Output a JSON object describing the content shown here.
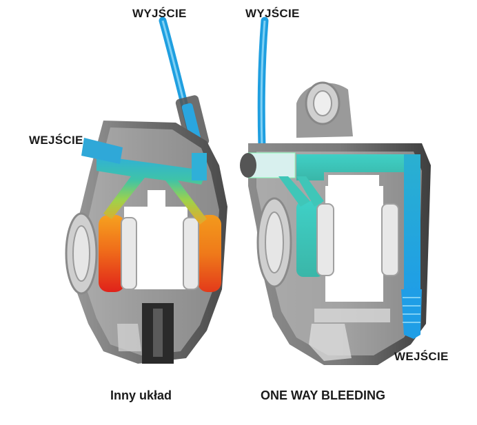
{
  "labels": {
    "left_output": "WYJŚCIE",
    "right_output": "WYJŚCIE",
    "left_input": "WEJŚCIE",
    "right_input": "WEJŚCIE"
  },
  "captions": {
    "left": "Inny układ",
    "right": "ONE WAY BLEEDING"
  },
  "colors": {
    "hose_blue": "#2aa6e0",
    "caliper_dark": "#3b3b3b",
    "caliper_grey": "#8a8a8a",
    "hot_red": "#e02a1c",
    "hot_orange": "#f28a1a",
    "teal": "#3ec4b4",
    "green": "#6ac55a",
    "yellow": "#d8d83a"
  },
  "icons": {
    "left_caliper": "brake-caliper-icon",
    "right_caliper": "brake-caliper-icon"
  }
}
